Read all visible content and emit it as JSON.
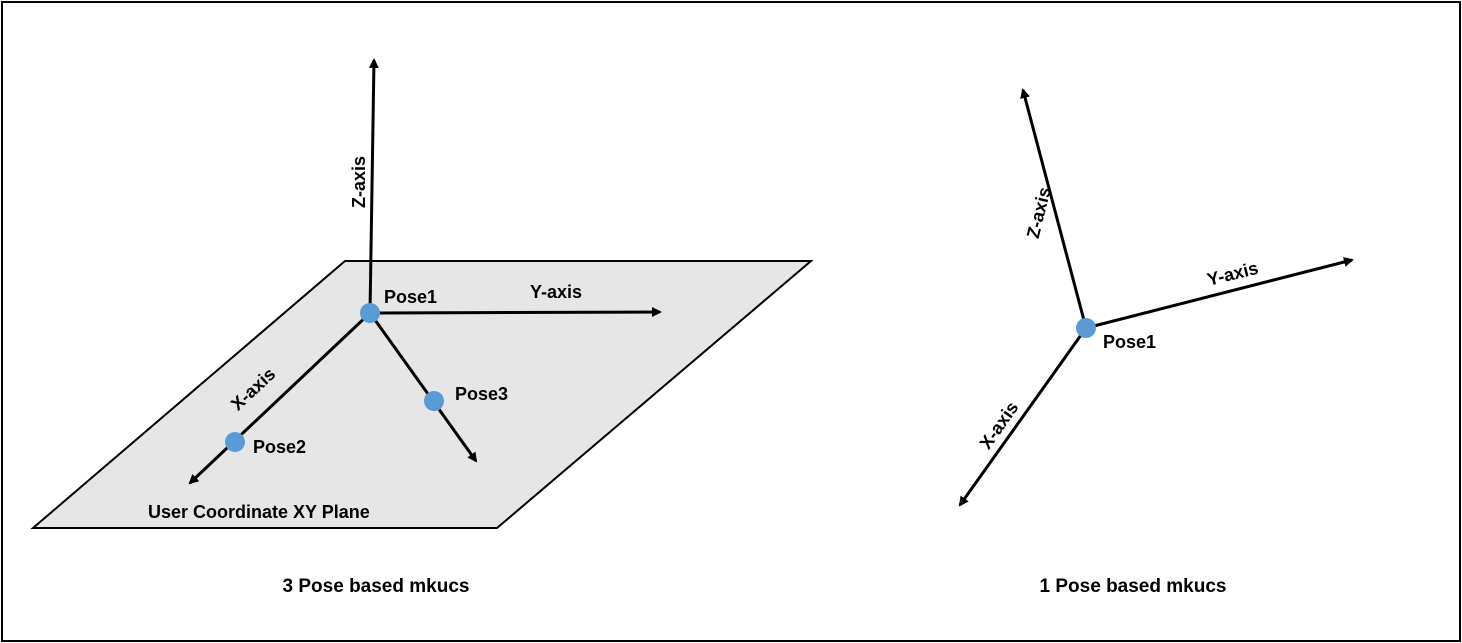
{
  "colors": {
    "border": "#000000",
    "plane_fill": "#e6e6e6",
    "plane_stroke": "#000000",
    "axis": "#000000",
    "pose_point": "#5b9bd5"
  },
  "left_diagram": {
    "caption": "3 Pose based mkucs",
    "plane_label": "User Coordinate XY Plane",
    "axes": {
      "z": "Z-axis",
      "y": "Y-axis",
      "x": "X-axis"
    },
    "poses": {
      "pose1": "Pose1",
      "pose2": "Pose2",
      "pose3": "Pose3"
    }
  },
  "right_diagram": {
    "caption": "1 Pose based mkucs",
    "axes": {
      "z": "Z-axis",
      "y": "Y-axis",
      "x": "X-axis"
    },
    "poses": {
      "pose1": "Pose1"
    }
  }
}
